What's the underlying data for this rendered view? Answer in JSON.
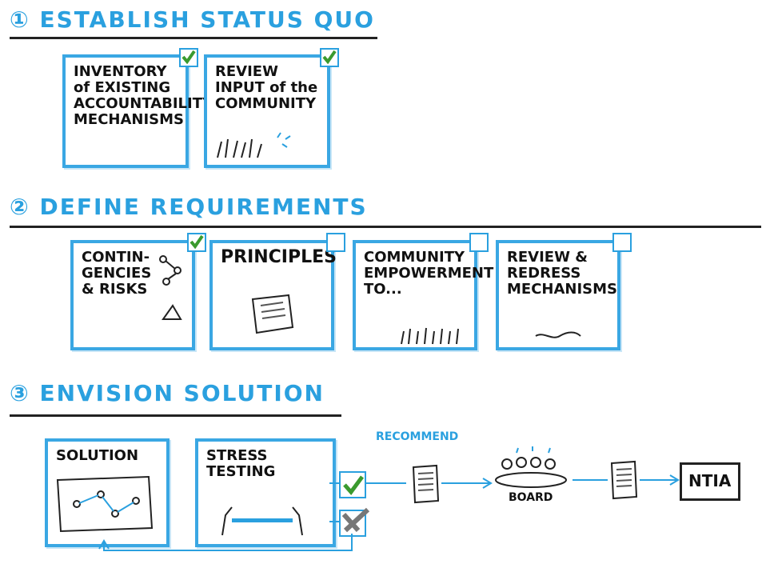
{
  "sections": [
    {
      "title": "① ESTABLISH STATUS QUO"
    },
    {
      "title": "② DEFINE REQUIREMENTS"
    },
    {
      "title": "③ ENVISION SOLUTION"
    }
  ],
  "cards1": [
    {
      "label": "INVENTORY of EXISTING ACCOUNTABILITY MECHANISMS",
      "checked": true
    },
    {
      "label": "REVIEW INPUT of the COMMUNITY",
      "checked": true
    }
  ],
  "cards2": [
    {
      "label": "CONTIN- GENCIES & RISKS",
      "checked": true
    },
    {
      "label": "PRINCIPLES",
      "checked": false
    },
    {
      "label": "COMMUNITY EMPOWERMENT TO...",
      "checked": false
    },
    {
      "label": "REVIEW & REDRESS MECHANISMS",
      "checked": false
    }
  ],
  "flow": {
    "solution": "SOLUTION",
    "stress": "STRESS TESTING",
    "recommend": "RECOMMEND",
    "board": "BOARD",
    "ntia": "NTIA"
  },
  "colors": {
    "accent": "#2aa0df",
    "check_green": "#3a9a2e",
    "reject_gray": "#777777"
  }
}
